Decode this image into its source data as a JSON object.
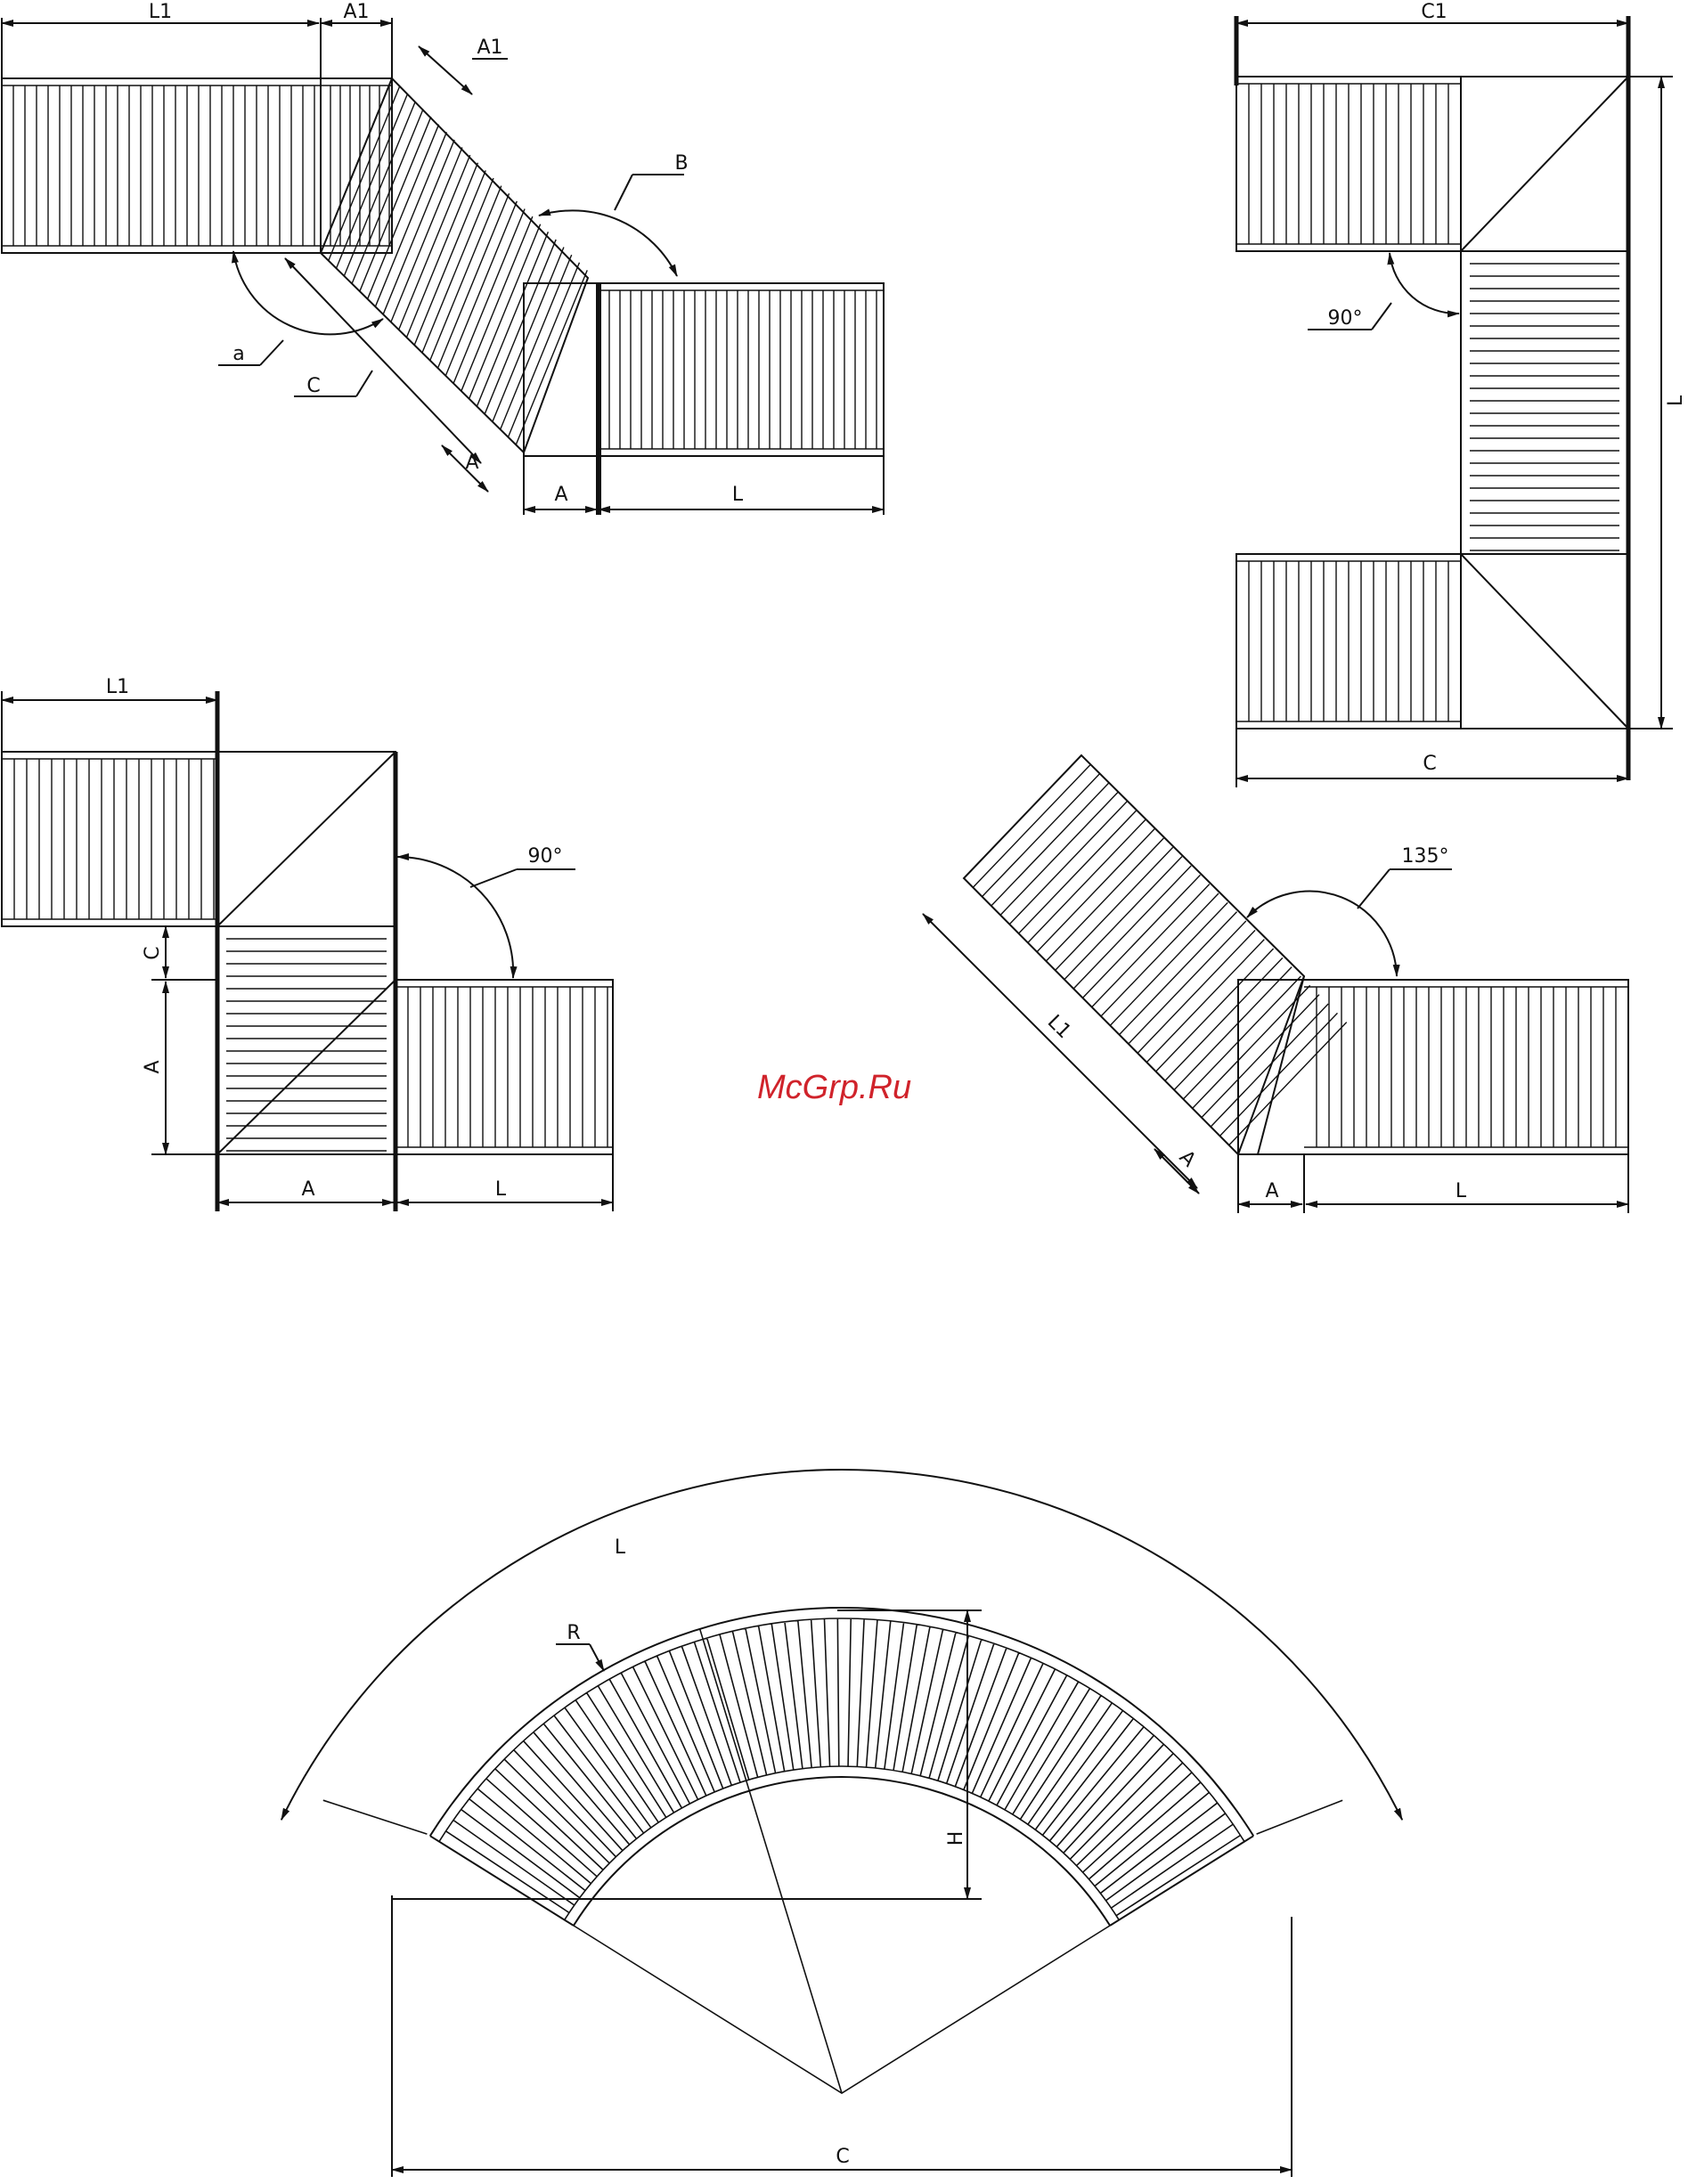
{
  "watermark": "McGrp.Ru",
  "colors": {
    "ink": "#111111",
    "paper": "#ffffff",
    "watermark": "#d0232b"
  },
  "fig1": {
    "l1": "L1",
    "a1_top": "A1",
    "a1_diag": "A1",
    "b": "B",
    "a_angle": "a",
    "c": "C",
    "a_diag": "A",
    "a_bottom": "A",
    "l_bottom": "L"
  },
  "fig2": {
    "c1": "C1",
    "l": "L",
    "angle": "90°",
    "c": "C"
  },
  "fig3": {
    "l1": "L1",
    "angle": "90°",
    "c_side": "C",
    "a_side": "A",
    "a_bottom": "A",
    "l_bottom": "L"
  },
  "fig4": {
    "angle": "135°",
    "l1": "L1",
    "a_diag": "A",
    "a_bottom": "A",
    "l_bottom": "L"
  },
  "fig5": {
    "l": "L",
    "r": "R",
    "h": "H",
    "c": "C"
  }
}
